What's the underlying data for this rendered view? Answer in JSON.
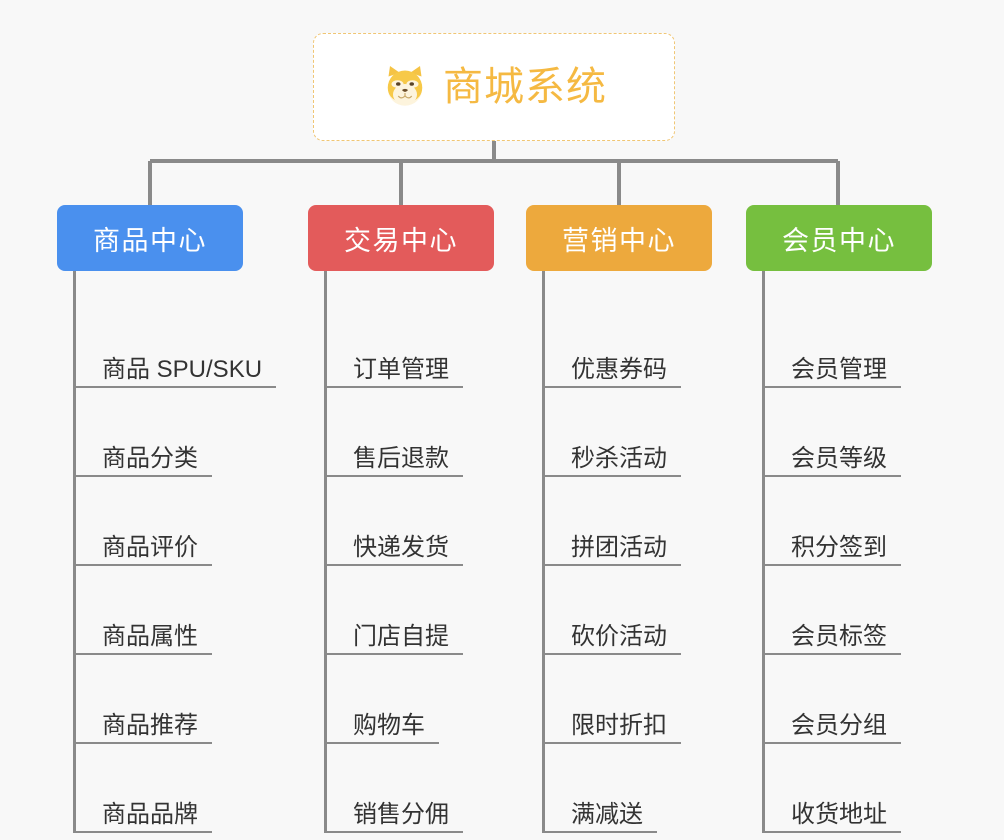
{
  "diagram": {
    "title": "商城系统",
    "background_color": "#f8f8f8",
    "connector_color": "#8a8a8a",
    "root": {
      "label": "商城系统",
      "icon": "shiba-dog-face-emoji",
      "text_color": "#f5b942",
      "border_color": "#f0c674",
      "background_color": "#ffffff"
    },
    "columns": [
      {
        "label": "商品中心",
        "color": "#4a90ee",
        "items": [
          {
            "label": "商品 SPU/SKU"
          },
          {
            "label": "商品分类"
          },
          {
            "label": "商品评价"
          },
          {
            "label": "商品属性"
          },
          {
            "label": "商品推荐"
          },
          {
            "label": "商品品牌"
          }
        ]
      },
      {
        "label": "交易中心",
        "color": "#e35b5b",
        "items": [
          {
            "label": "订单管理"
          },
          {
            "label": "售后退款"
          },
          {
            "label": "快递发货"
          },
          {
            "label": "门店自提"
          },
          {
            "label": "购物车"
          },
          {
            "label": "销售分佣"
          }
        ]
      },
      {
        "label": "营销中心",
        "color": "#eda93d",
        "items": [
          {
            "label": "优惠券码"
          },
          {
            "label": "秒杀活动"
          },
          {
            "label": "拼团活动"
          },
          {
            "label": "砍价活动"
          },
          {
            "label": "限时折扣"
          },
          {
            "label": "满减送"
          }
        ]
      },
      {
        "label": "会员中心",
        "color": "#76bf3f",
        "items": [
          {
            "label": "会员管理"
          },
          {
            "label": "会员等级"
          },
          {
            "label": "积分签到"
          },
          {
            "label": "会员标签"
          },
          {
            "label": "会员分组"
          },
          {
            "label": "收货地址"
          }
        ]
      }
    ]
  }
}
